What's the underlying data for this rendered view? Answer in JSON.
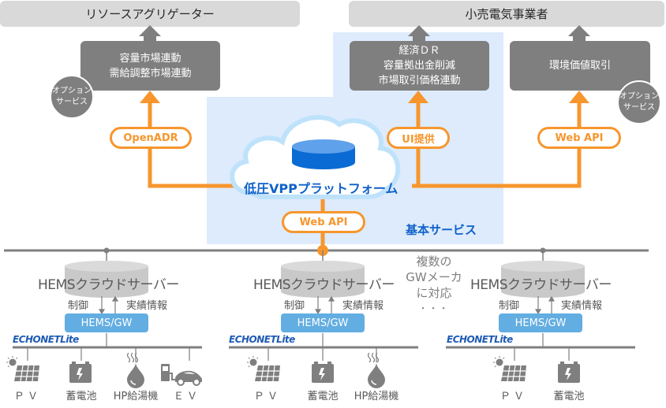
{
  "top": {
    "aggregator": "リソースアグリゲーター",
    "retailer": "小売電気事業者"
  },
  "services": {
    "capacity_box": [
      "容量市場連動",
      "需給調整市場連動"
    ],
    "dr_box": [
      "経済ＤＲ",
      "容量拠出金削減",
      "市場取引価格連動"
    ],
    "env_box": [
      "環境価値取引"
    ],
    "option_badge": [
      "オプション",
      "サービス"
    ]
  },
  "platform": {
    "name": "低圧VPPプラットフォーム",
    "basic_service": "基本サービス",
    "interfaces": {
      "openadr": "OpenADR",
      "ui": "UI提供",
      "webapi_right": "Web API",
      "webapi_bottom": "Web API"
    }
  },
  "hems": {
    "cloud_server": "HEMSクラウドサーバー",
    "control": "制御",
    "results": "実績情報",
    "gateway": "HEMS/GW",
    "protocol": "ECHONETLite"
  },
  "multi_vendor": [
    "複数の",
    "GWメーカ",
    "に対応",
    "・・・"
  ],
  "groups": [
    {
      "devices": [
        {
          "icon": "solar-panel",
          "label": "Ｐ Ｖ"
        },
        {
          "icon": "battery",
          "label": "蓄電池"
        },
        {
          "icon": "water-heater",
          "label": "HP給湯機"
        },
        {
          "icon": "ev",
          "label": "Ｅ Ｖ"
        }
      ]
    },
    {
      "devices": [
        {
          "icon": "solar-panel",
          "label": "Ｐ Ｖ"
        },
        {
          "icon": "battery",
          "label": "蓄電池"
        },
        {
          "icon": "water-heater",
          "label": "HP給湯機"
        }
      ]
    },
    {
      "devices": [
        {
          "icon": "solar-panel",
          "label": "Ｐ Ｖ"
        },
        {
          "icon": "battery",
          "label": "蓄電池"
        }
      ]
    }
  ],
  "colors": {
    "orange": "#f7962d",
    "blue": "#1061c9",
    "gray": "#7f7f7f",
    "light_blue_bg": "#ddebfc",
    "gw_blue": "#62ade1"
  }
}
